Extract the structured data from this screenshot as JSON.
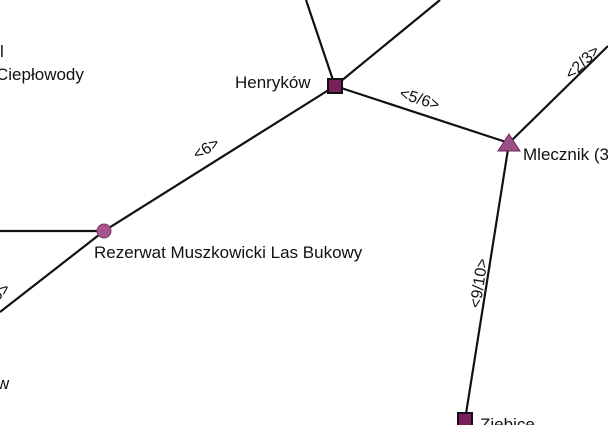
{
  "map": {
    "places": [
      {
        "id": "henrykow",
        "label": "Henryków",
        "symbol": "square"
      },
      {
        "id": "mlecznik",
        "label": "Mlecznik (3",
        "symbol": "triangle"
      },
      {
        "id": "rezerwat",
        "label": "Rezerwat Muszkowicki Las Bukowy",
        "symbol": "circle"
      },
      {
        "id": "ziebice",
        "label": "Ziebice",
        "symbol": "square"
      },
      {
        "id": "cieplowody",
        "label": "Ciepłowody",
        "symbol": "none"
      }
    ],
    "partial_labels": [
      "l",
      "w",
      "5>"
    ],
    "route_labels": [
      {
        "id": "rezerwat-henrykow",
        "text": "<6>"
      },
      {
        "id": "henrykow-mlecznik",
        "text": "<5/6>"
      },
      {
        "id": "mlecznik-ziebice",
        "text": "<9/10>"
      },
      {
        "id": "mlecznik-ne",
        "text": "<2/3>"
      }
    ],
    "colors": {
      "road": "#111111",
      "square_fill": "#7a1f5c",
      "triangle_fill": "#9c4f86",
      "circle_fill": "#a8558f"
    }
  }
}
